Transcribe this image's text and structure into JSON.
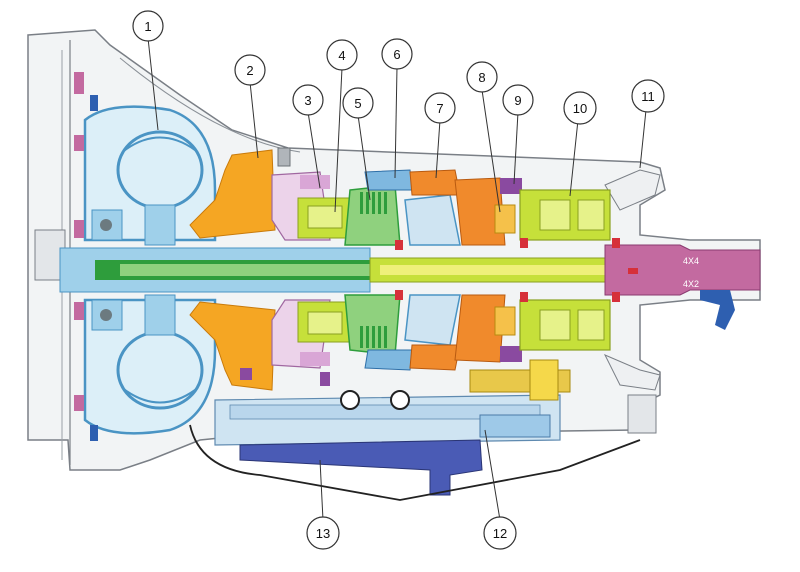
{
  "callouts": [
    "1",
    "2",
    "3",
    "4",
    "5",
    "6",
    "7",
    "8",
    "9",
    "10",
    "11",
    "12",
    "13"
  ],
  "shaft_labels": {
    "four_by_four": "4X4",
    "four_by_two": "4X2"
  },
  "colors": {
    "housing_fill": "#f2f4f5",
    "housing_stroke": "#7a7f86",
    "torque_converter": "#9fd0ea",
    "pump_housing": "#f5a623",
    "input_shaft": "#2e9d3c",
    "clutch_pack_lilac": "#d9a6d6",
    "planetary_lime": "#c6e03a",
    "clutch_blue": "#7fb8e0",
    "clutch_orange": "#f08a2c",
    "output_shaft": "#c36aa0",
    "valve_body": "#b9d6ec",
    "oil_pan": "#4a5bb5",
    "accent_red": "#d6303a",
    "bolt_purple": "#8a4aa0",
    "dark_blue": "#1e3d8a"
  }
}
